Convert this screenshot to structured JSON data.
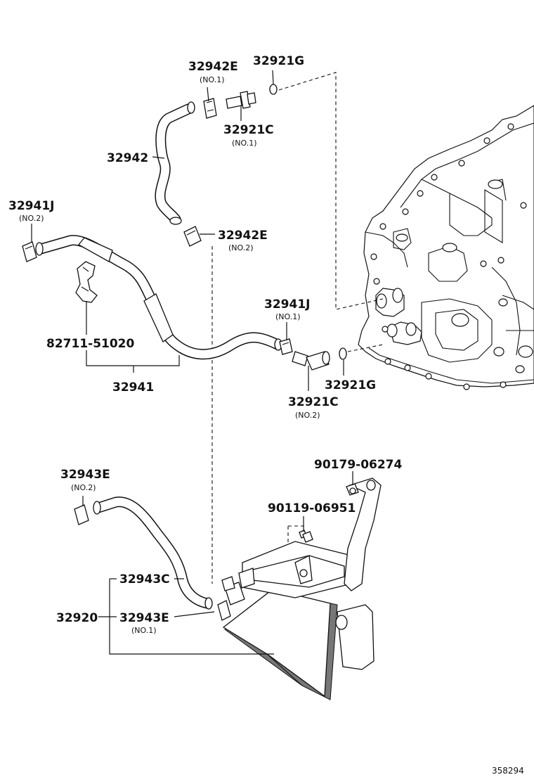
{
  "diagram": {
    "reference_number": "358294",
    "labels": {
      "p32942E_no1": "32942E",
      "p32942E_no1_note": "(NO.1)",
      "p32921G_top": "32921G",
      "p32921C_no1": "32921C",
      "p32921C_no1_note": "(NO.1)",
      "p32942": "32942",
      "p32941J_no2": "32941J",
      "p32941J_no2_note": "(NO.2)",
      "p32942E_no2": "32942E",
      "p32942E_no2_note": "(NO.2)",
      "p32941J_no1": "32941J",
      "p32941J_no1_note": "(NO.1)",
      "p82711": "82711-51020",
      "p32941": "32941",
      "p32921G_mid": "32921G",
      "p32921C_no2": "32921C",
      "p32921C_no2_note": "(NO.2)",
      "p90179": "90179-06274",
      "p32943E_no2": "32943E",
      "p32943E_no2_note": "(NO.2)",
      "p90119": "90119-06951",
      "p32943C": "32943C",
      "p32920": "32920",
      "p32943E_no1": "32943E",
      "p32943E_no1_note": "(NO.1)"
    }
  }
}
